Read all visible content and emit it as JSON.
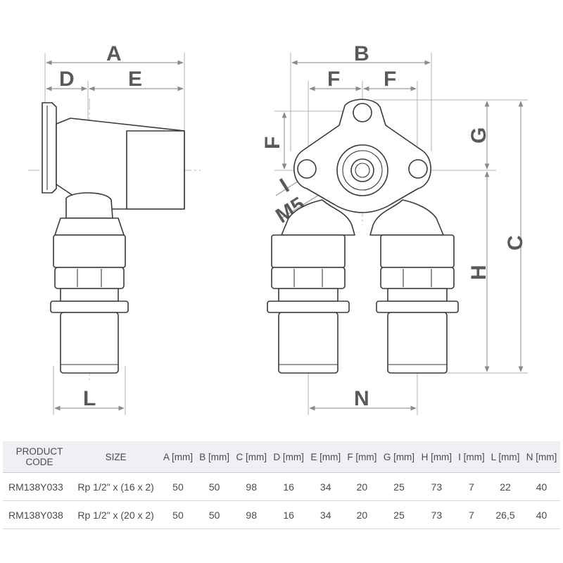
{
  "dimension_labels": {
    "A": "A",
    "B": "B",
    "C": "C",
    "D": "D",
    "E": "E",
    "F_top_left": "F",
    "F_top_right": "F",
    "F_side": "F",
    "G": "G",
    "H": "H",
    "I": "I",
    "L": "L",
    "M5": "M5",
    "N": "N"
  },
  "table": {
    "headers": [
      "PRODUCT\nCODE",
      "SIZE",
      "A [mm]",
      "B [mm]",
      "C [mm]",
      "D [mm]",
      "E [mm]",
      "F [mm]",
      "G [mm]",
      "H [mm]",
      "I [mm]",
      "L [mm]",
      "N [mm]"
    ],
    "header_product_line1": "PRODUCT",
    "header_product_line2": "CODE",
    "rows": [
      [
        "RM138Y033",
        "Rp 1/2\" x (16 x 2)",
        "50",
        "50",
        "98",
        "16",
        "34",
        "20",
        "25",
        "73",
        "7",
        "22",
        "40"
      ],
      [
        "RM138Y038",
        "Rp 1/2\" x (20 x 2)",
        "50",
        "50",
        "98",
        "16",
        "34",
        "20",
        "25",
        "73",
        "7",
        "26,5",
        "40"
      ]
    ]
  },
  "colors": {
    "line": "#3a3a3c",
    "dimension": "#58595b",
    "header_bg": "#eef0f4"
  }
}
